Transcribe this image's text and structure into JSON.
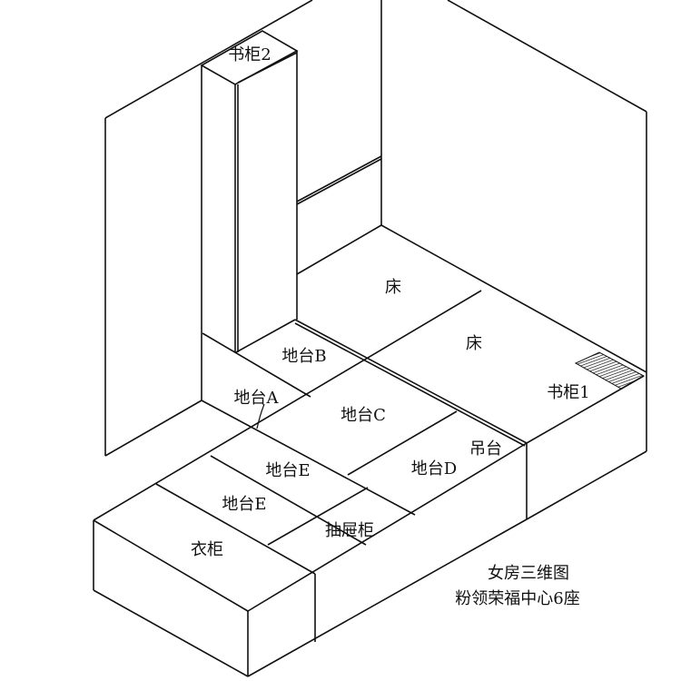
{
  "labels": {
    "bookcase2": "书柜2",
    "bed_back": "床",
    "bed_front": "床",
    "platform_b": "地台B",
    "platform_a": "地台A",
    "platform_c": "地台C",
    "platform_e_upper": "地台E",
    "platform_e_lower": "地台E",
    "platform_d": "地台D",
    "hanging_platform": "吊台",
    "bookcase1": "书柜1",
    "wardrobe": "衣柜",
    "drawer_cabinet": "抽屉柜"
  },
  "caption": {
    "title": "女房三维图",
    "subtitle": "粉领荣福中心6座"
  }
}
